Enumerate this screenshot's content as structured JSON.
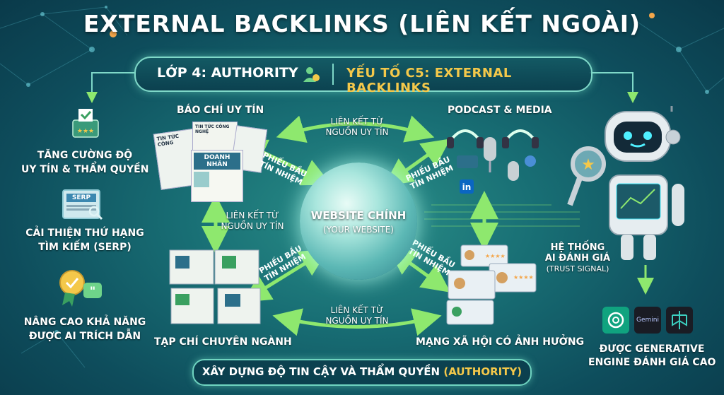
{
  "title": "EXTERNAL BACKLINKS (LIÊN KẾT NGOÀI)",
  "layer_bar": {
    "left": "LỚP 4: AUTHORITY",
    "right": "YẾU TỐ C5: EXTERNAL BACKLINKS"
  },
  "benefits": [
    {
      "line1": "TĂNG CƯỜNG ĐỘ",
      "line2": "UY TÍN & THẨM QUYỀN",
      "icon": "ballot-box-icon"
    },
    {
      "line1": "CẢI THIỆN THỨ HẠNG",
      "line2": "TÌM KIẾM (SERP)",
      "icon": "serp-icon",
      "badge": "SERP"
    },
    {
      "line1": "NÂNG CAO KHẢ NĂNG",
      "line2": "ĐƯỢC AI TRÍCH DẪN",
      "icon": "award-quote-icon"
    }
  ],
  "sources": {
    "press": "BÁO CHÍ UY TÍN",
    "podcast": "PODCAST & MEDIA",
    "journal": "TẠP CHÍ CHUYÊN NGÀNH",
    "social": "MẠNG XÃ HỘI CÓ ẢNH HƯỞNG"
  },
  "press_papers": [
    "TIN TỨC CÔNG",
    "TIN TỨC CÔNG NGHỆ",
    "DOANH NHÂN"
  ],
  "link_label": {
    "line1": "LIÊN KẾT TỪ",
    "line2": "NGUỒN UY TÍN"
  },
  "vote_label": {
    "line1": "PHIẾU BẦU",
    "line2": "TÍN NHIỆM"
  },
  "hub": {
    "title": "WEBSITE CHÍNH",
    "subtitle": "(YOUR WEBSITE)"
  },
  "ai_system": {
    "line1": "HỆ THỐNG",
    "line2": "AI ĐÁNH GIÁ",
    "line3": "(TRUST SIGNAL)"
  },
  "ai_result": {
    "line1": "ĐƯỢC GENERATIVE",
    "line2": "ENGINE ĐÁNH GIÁ CAO"
  },
  "engines": [
    "Gemini"
  ],
  "footer": {
    "main": "XÂY DỰNG ĐỘ TIN CẬY VÀ THẨM QUYỀN",
    "accent": "(AUTHORITY)"
  },
  "colors": {
    "accent_gold": "#f4c84a",
    "arrow_green": "#7ee06a",
    "teal": "#7fd8c8"
  }
}
